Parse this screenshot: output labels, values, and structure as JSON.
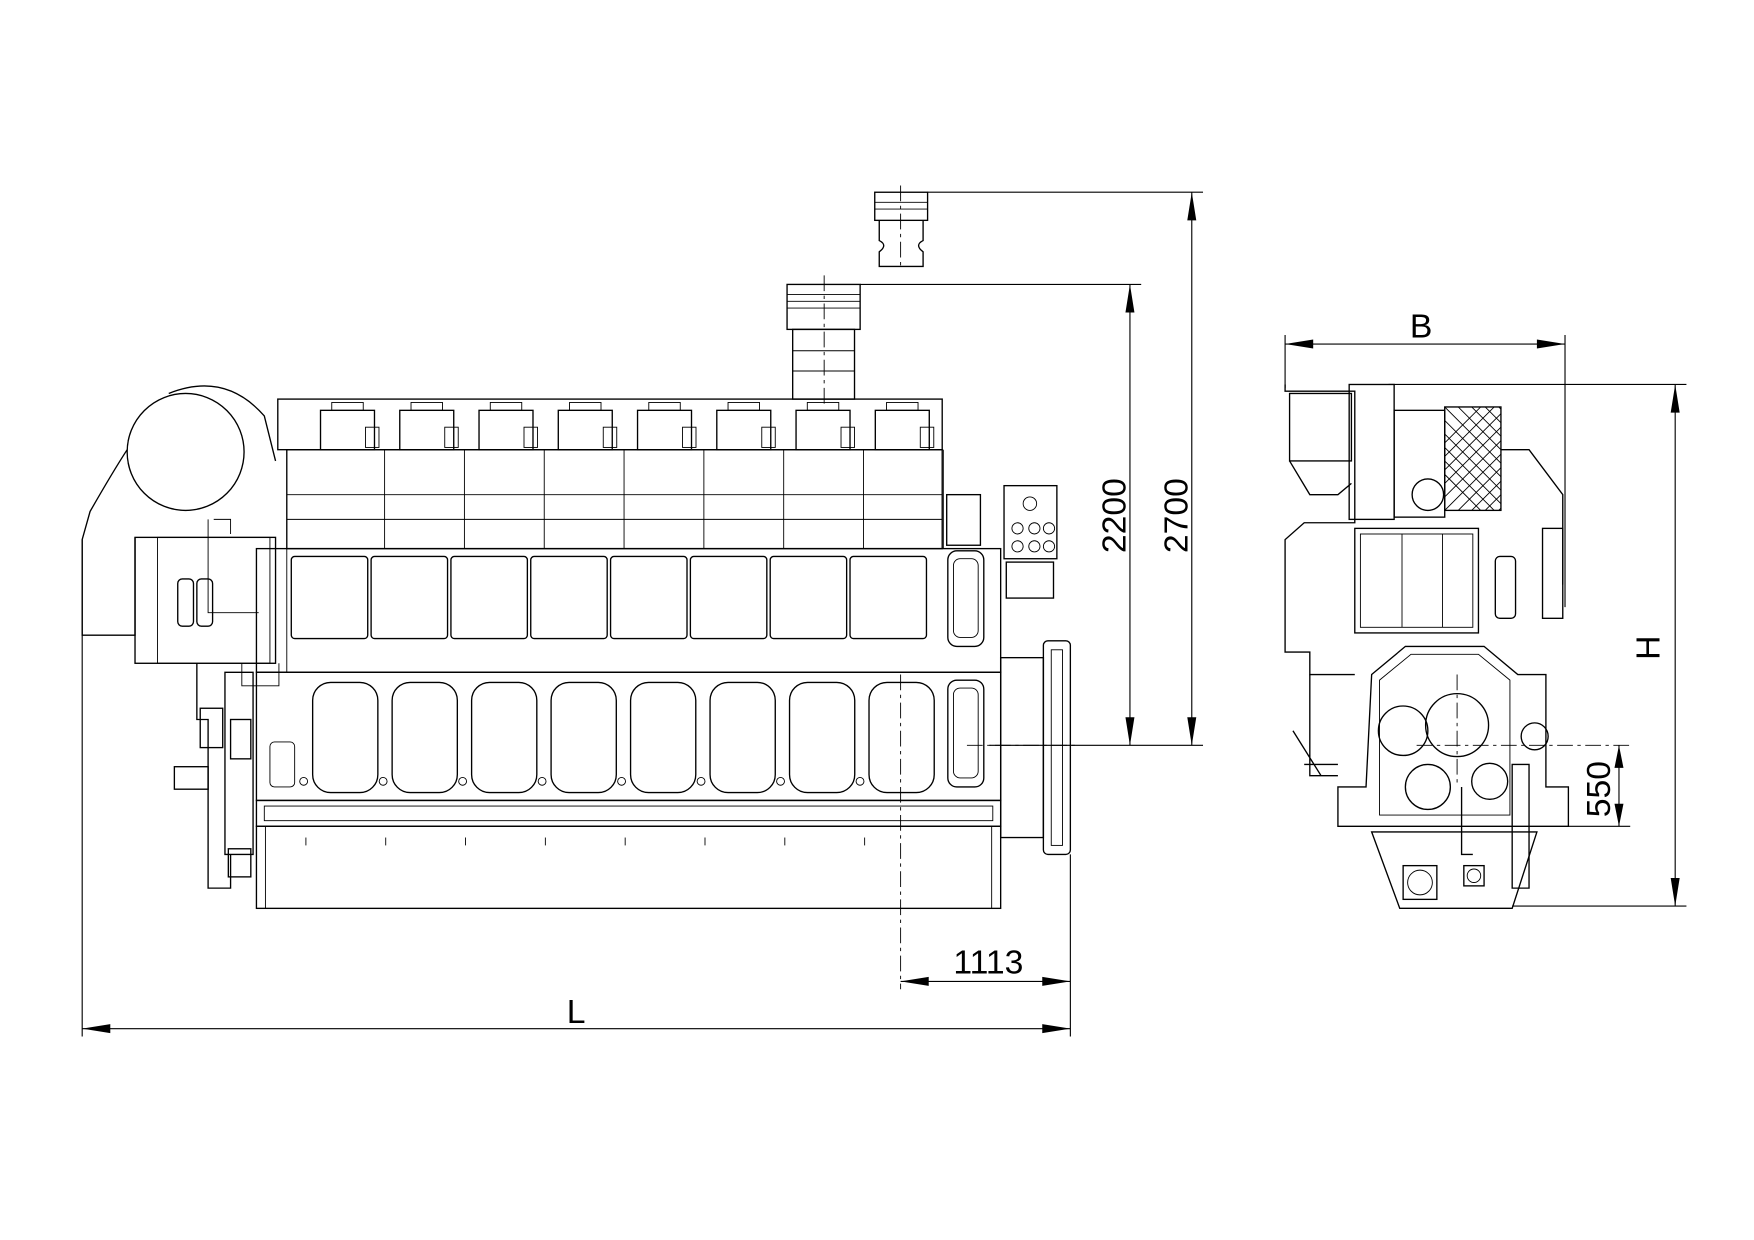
{
  "drawing": {
    "views": [
      "side-view",
      "end-view"
    ],
    "dimensions": {
      "overall_length": "L",
      "flywheel_offset": "1113",
      "height_exhaust_1": "2200",
      "height_exhaust_2": "2700",
      "width": "B",
      "height": "H",
      "crankshaft_height": "550"
    },
    "cylinders": 8
  }
}
